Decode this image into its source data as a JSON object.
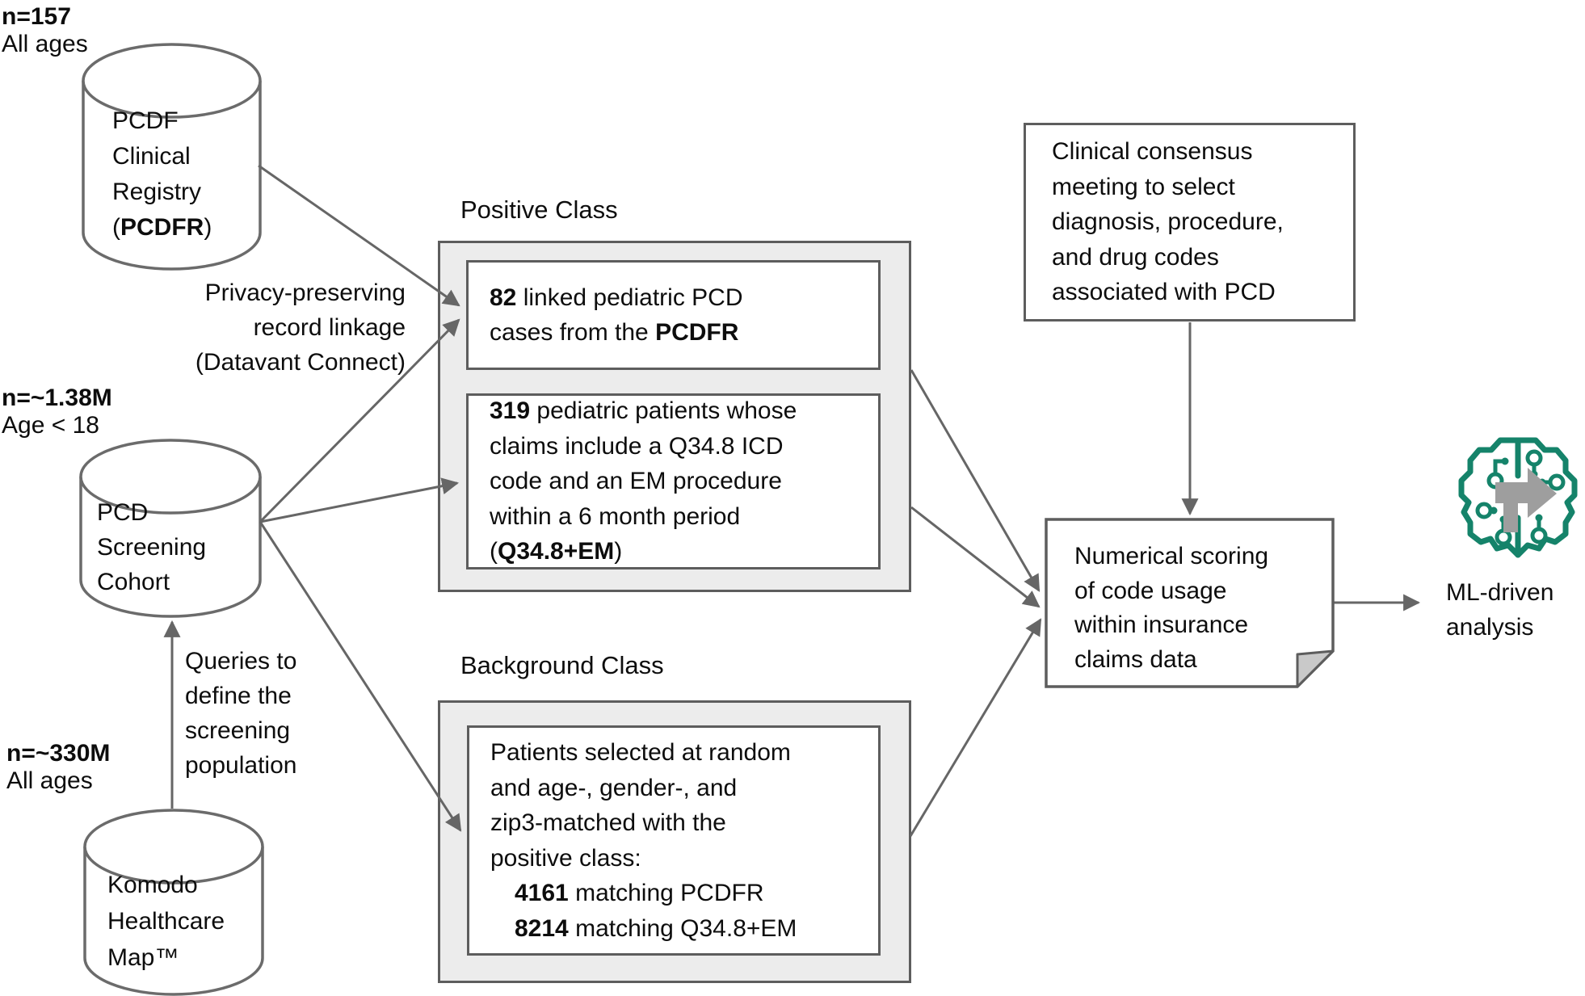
{
  "diagram": {
    "sources": [
      {
        "n": "n=157",
        "age": "All ages",
        "name": [
          "PCDF",
          "Clinical",
          "Registry"
        ],
        "acronym_pre": "(",
        "acronym": "PCDFR",
        "acronym_post": ")"
      },
      {
        "n": "n=~1.38M",
        "age": "Age < 18",
        "name": [
          "PCD",
          "Screening",
          "Cohort"
        ]
      },
      {
        "n": "n=~330M",
        "age": "All ages",
        "name": [
          "Komodo",
          "Healthcare",
          "Map™"
        ]
      }
    ],
    "edge_labels": {
      "linkage": [
        "Privacy-preserving",
        "record linkage",
        "(Datavant Connect)"
      ],
      "queries": [
        "Queries to",
        "define the",
        "screening",
        "population"
      ]
    },
    "positive": {
      "title": "Positive Class",
      "box1": {
        "l1b": "82",
        "l1": " linked pediatric PCD",
        "l2a": "cases from the ",
        "l2b": "PCDFR"
      },
      "box2": {
        "l1b": "319",
        "l1": " pediatric patients whose",
        "l2": "claims include a Q34.8 ICD",
        "l3": "code and an EM procedure",
        "l4": "within a 6 month period",
        "l5a": "(",
        "l5b": "Q34.8+EM",
        "l5c": ")"
      }
    },
    "background": {
      "title": "Background Class",
      "box": {
        "l1": "Patients selected at random",
        "l2": "and age-, gender-, and",
        "l3": "zip3-matched with the",
        "l4": "positive class:",
        "l5b": "4161",
        "l5": " matching PCDFR",
        "l6b": "8214",
        "l6": " matching Q34.8+EM"
      }
    },
    "consensus": {
      "lines": [
        "Clinical consensus",
        "meeting to select",
        "diagnosis, procedure,",
        "and drug codes",
        "associated with PCD"
      ]
    },
    "scoring": {
      "lines": [
        "Numerical scoring",
        "of code usage",
        "within insurance",
        "claims data"
      ]
    },
    "ml": {
      "lines": [
        "ML-driven",
        "analysis"
      ],
      "icon": "brain-circuit-icon"
    },
    "colors": {
      "line": "#666666",
      "box_border": "#5d5d5d",
      "class_fill": "#ececec",
      "fold_fill": "#c9c9c9",
      "icon_green": "#15836a",
      "icon_arrow_gray": "#9e9e9e",
      "text": "#0d0d0d"
    }
  }
}
